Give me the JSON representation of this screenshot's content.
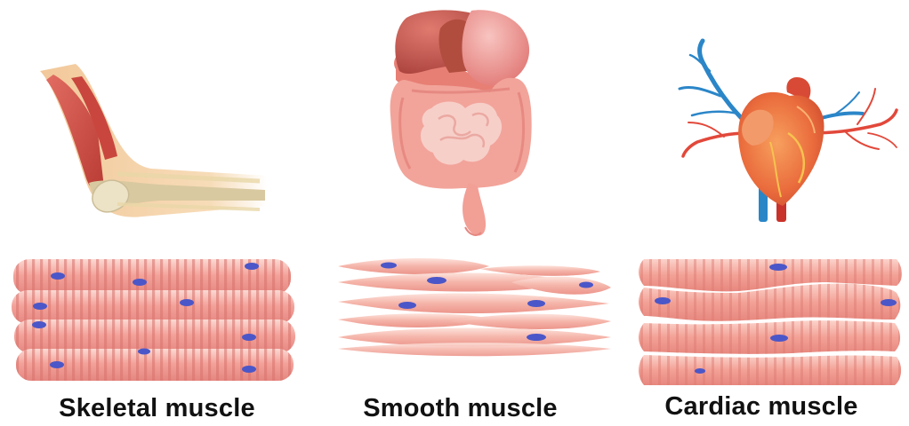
{
  "panels": [
    {
      "label": "Skeletal muscle",
      "organ": "elbow-arm"
    },
    {
      "label": "Smooth muscle",
      "organ": "digestive-system"
    },
    {
      "label": "Cardiac muscle",
      "organ": "heart"
    }
  ],
  "colors": {
    "fiber": "#f29a94",
    "fiber_light": "#f8cbc4",
    "striation": "#d86a66",
    "nucleus": "#4b57c8",
    "organ_pink": "#f0a69d",
    "liver": "#c9574f",
    "artery": "#e2483a",
    "vein": "#2b86c8"
  }
}
